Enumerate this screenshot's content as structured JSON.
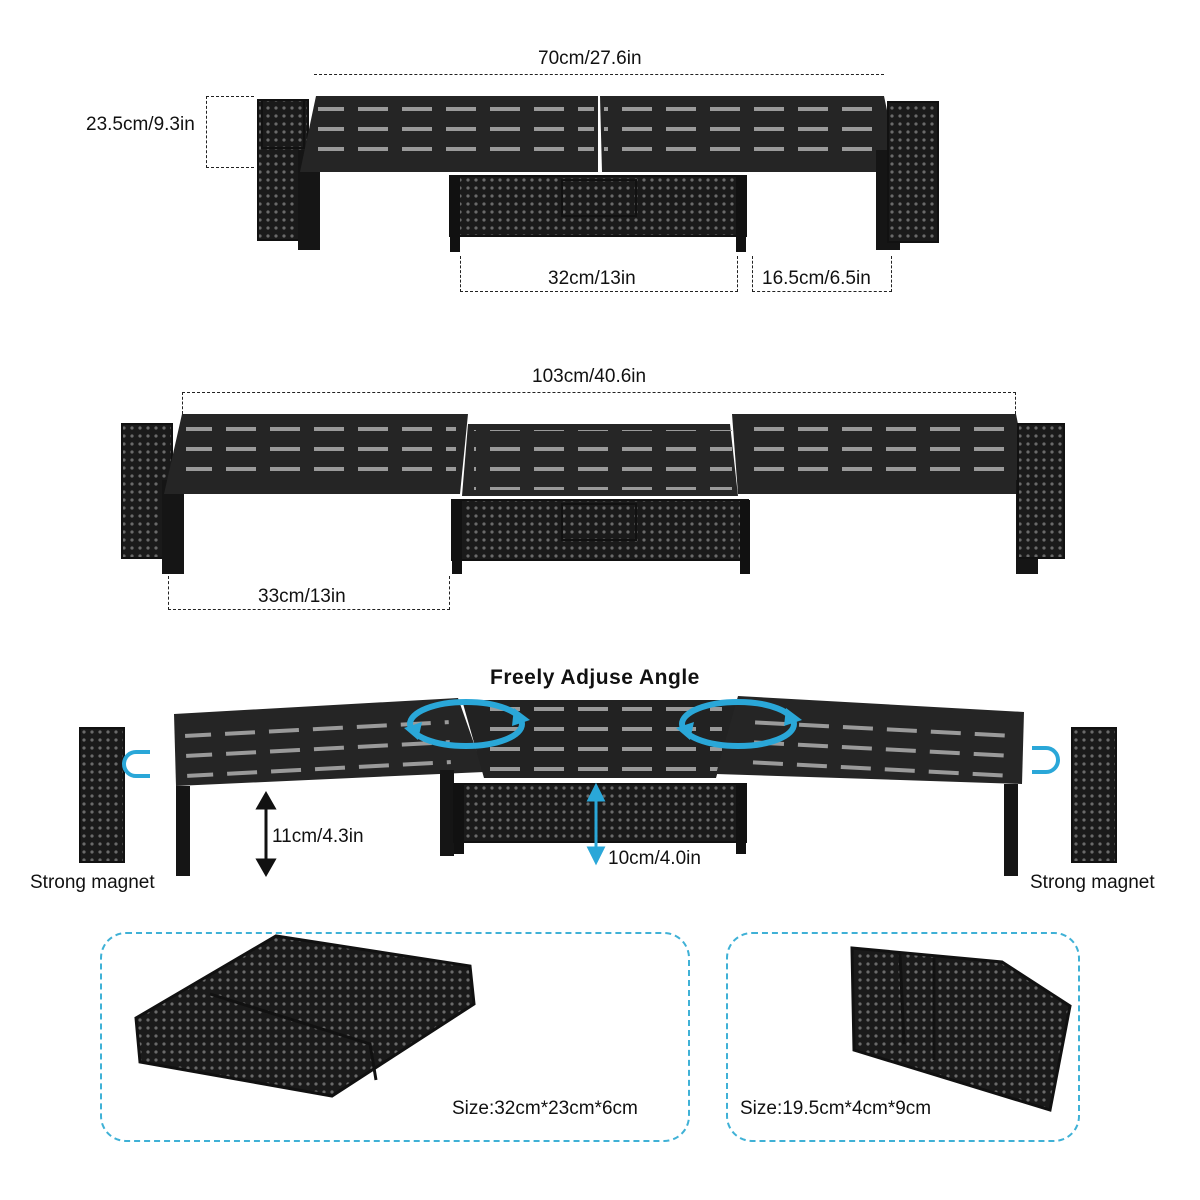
{
  "section_top": {
    "width_label": "70cm/27.6in",
    "depth_label": "23.5cm/9.3in",
    "drawer_span_label": "32cm/13in",
    "side_span_label": "16.5cm/6.5in"
  },
  "section_middle": {
    "width_label": "103cm/40.6in",
    "left_span_label": "33cm/13in"
  },
  "section_bottom": {
    "heading": "Freely Adjuse Angle",
    "left_height_label": "11cm/4.3in",
    "center_height_label": "10cm/4.0in",
    "left_magnet_label": "Strong magnet",
    "right_magnet_label": "Strong magnet"
  },
  "accessories": {
    "drawer_size": "Size:32cm*23cm*6cm",
    "holder_size": "Size:19.5cm*4cm*9cm"
  },
  "colors": {
    "product": "#1c1c1c",
    "accent_arrow": "#2aa7d8",
    "panel_border": "#3fb1d6"
  }
}
